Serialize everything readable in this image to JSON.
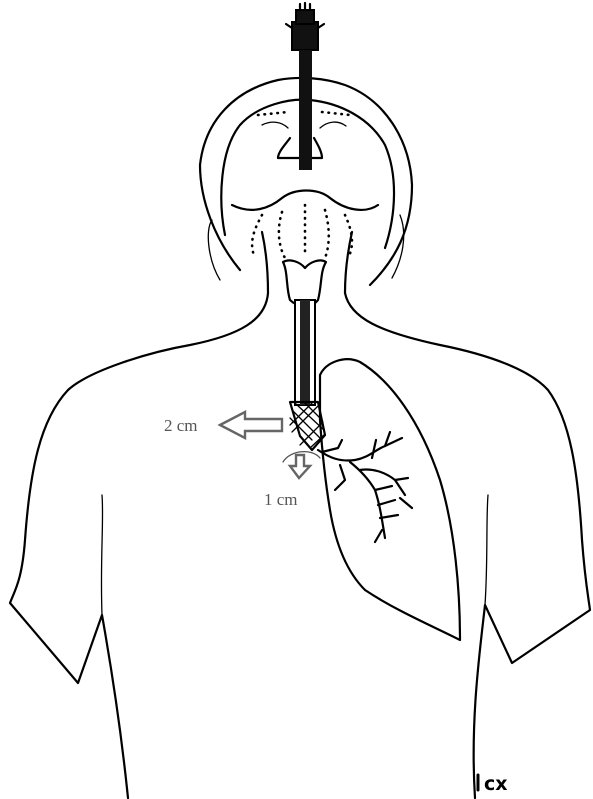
{
  "labels": {
    "left_arrow": "2 cm",
    "down_arrow": "1 cm"
  },
  "signature": "cx",
  "colors": {
    "line": "#000000",
    "annotation": "#666666",
    "background": "#ffffff"
  }
}
